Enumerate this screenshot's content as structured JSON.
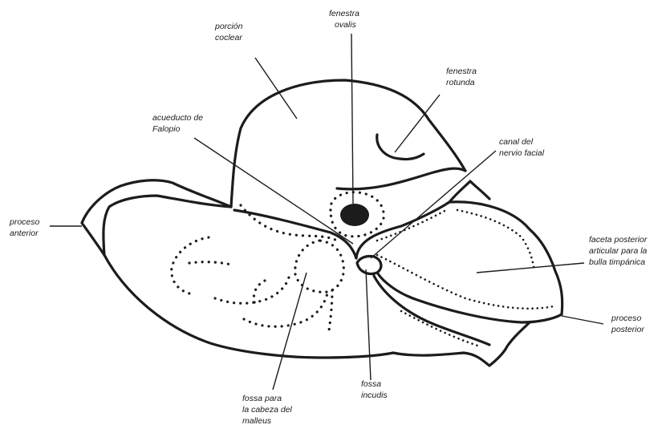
{
  "labels": {
    "porcion_coclear": [
      "porción",
      "coclear"
    ],
    "fenestra_ovalis": [
      "fenestra",
      "ovalis"
    ],
    "fenestra_rotunda": [
      "fenestra",
      "rotunda"
    ],
    "acueducto_falopio": [
      "acueducto de",
      "Falopio"
    ],
    "canal_nervio_facial": [
      "canal del",
      "nervio facial"
    ],
    "proceso_anterior": [
      "proceso",
      "anterior"
    ],
    "faceta_posterior": [
      "faceta posterior",
      "articular para la",
      "bulla timpánica"
    ],
    "proceso_posterior": [
      "proceso",
      "posterior"
    ],
    "fossa_incudis": [
      "fossa",
      "incudis"
    ],
    "fossa_malleus": [
      "fossa para",
      "la cabeza del",
      "malleus"
    ]
  },
  "colors": {
    "ink": "#1c1c1c",
    "background": "#ffffff"
  }
}
